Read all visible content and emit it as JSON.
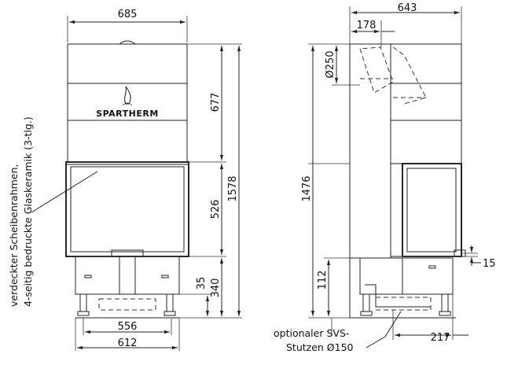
{
  "brand": "SPARTHERM",
  "front_view": {
    "width_top": "685",
    "width_glass": "556",
    "width_base": "612",
    "height_hood": "677",
    "height_glass": "526",
    "height_total": "1578",
    "height_base": "340",
    "height_foot": "35"
  },
  "side_view": {
    "width_total": "643",
    "offset_flue": "178",
    "flue_diameter": "Ø250",
    "height_total": "1476",
    "height_inlet": "112",
    "ledge": "15",
    "depth_rear": "217"
  },
  "annotations": {
    "glass_note_line1": "verdeckter Scheibenrahmen,",
    "glass_note_line2": "4-seitig bedruckte Glaskeramik (3-tlg.)",
    "svs_line1": "optionaler SVS-",
    "svs_line2": "Stutzen Ø150"
  }
}
